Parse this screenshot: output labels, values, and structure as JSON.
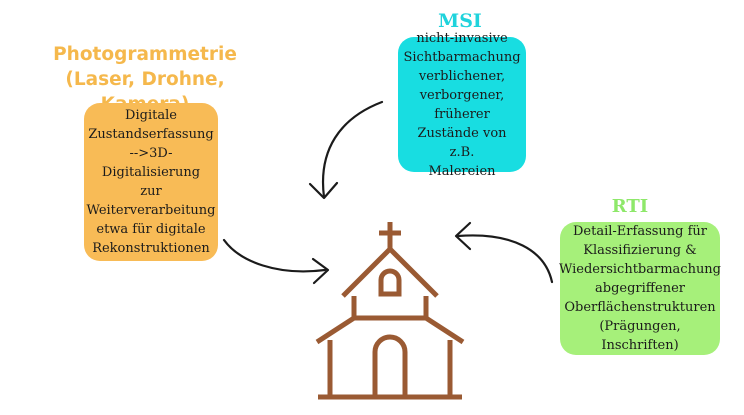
{
  "photogrammetry": {
    "title_line1": "Photogrammetrie",
    "title_line2": "(Laser, Drohne, Kamera)",
    "description": "Digitale\nZustandserfassung\n-->3D-Digitalisierung\nzur\nWeiterverarbeitung\netwa für digitale\nRekonstruktionen"
  },
  "msi": {
    "title": "MSI",
    "description": "nicht-invasive\nSichtbarmachung\nverblichener,\nverborgener, früherer\nZustände von z.B.\nMalereien"
  },
  "rti": {
    "title": "RTI",
    "description": "Detail-Erfassung für\nKlassifizierung &\nWiedersichtbarmachung\nabgegriffener\nOberflächenstrukturen\n(Prägungen, Inschriften)"
  },
  "colors": {
    "photogrammetry": "#f8bb56",
    "msi": "#18dde1",
    "rti": "#a6f07a",
    "church": "#9a5a33",
    "arrow": "#1b1b1b"
  },
  "icons": {
    "center": "church-icon"
  }
}
